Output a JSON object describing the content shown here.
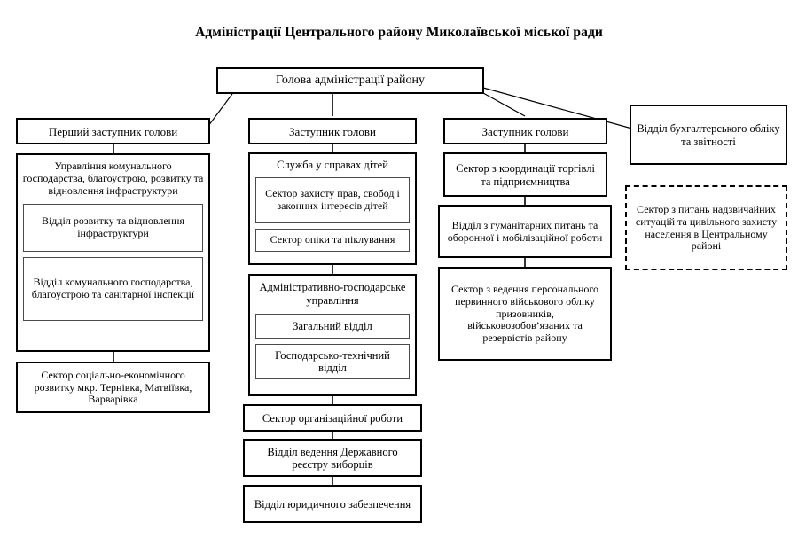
{
  "document": {
    "title": "Адміністрації Центрального району Миколаївської міської ради",
    "type": "organizational-chart",
    "language": "uk"
  },
  "chart_data": {
    "type": "diagram",
    "title": "Адміністрації Центрального району Миколаївської міської ради"
  },
  "nodes": {
    "head": {
      "label": "Голова адміністрації району"
    },
    "first_deputy": {
      "label": "Перший заступник голови"
    },
    "deputy_2": {
      "label": "Заступник голови"
    },
    "deputy_3": {
      "label": "Заступник голови"
    },
    "accounting": {
      "label": "Відділ бухгалтерського обліку та звітності"
    },
    "emergency": {
      "label": "Сектор з питань надзвичайних ситуацій та цивільного захисту населення в Центральному районі"
    },
    "utilities_dept": {
      "label": "Управління комунального господарства, благоустрою, розвитку та відновлення інфраструктури",
      "children": [
        {
          "label": "Відділ розвитку та відновлення інфраструктури"
        },
        {
          "label": "Відділ комунального господарства, благоустрою та санітарної інспекції"
        }
      ]
    },
    "socio_economic": {
      "label": "Сектор соціально-економічного розвитку мкр. Тернівка, Матвіївка, Варварівка"
    },
    "children_service": {
      "label": "Служба у справах дітей",
      "children": [
        {
          "label": "Сектор захисту прав, свобод і законних інтересів дітей"
        },
        {
          "label": "Сектор опіки та піклування"
        }
      ]
    },
    "admin_economic": {
      "label": "Адміністративно-господарське управління",
      "children": [
        {
          "label": "Загальний відділ"
        },
        {
          "label": "Господарсько-технічний відділ"
        }
      ]
    },
    "org_work": {
      "label": "Сектор організаційної роботи"
    },
    "voter_registry": {
      "label": "Відділ ведення Державного реєстру виборців"
    },
    "legal": {
      "label": "Відділ юридичного забезпечення"
    },
    "trade_coordination": {
      "label": "Сектор з координації торгівлі та підприємництва"
    },
    "humanitarian": {
      "label": "Відділ з гуманітарних питань та оборонної і мобілізаційної роботи"
    },
    "military_registry": {
      "label": "Сектор з ведення персонального первинного військового обліку призовників, військовозобов’язаних та резервістів району"
    }
  },
  "colors": {
    "line": "#000000",
    "inner_line": "#4a4a4a",
    "background": "#ffffff",
    "text": "#000000"
  }
}
